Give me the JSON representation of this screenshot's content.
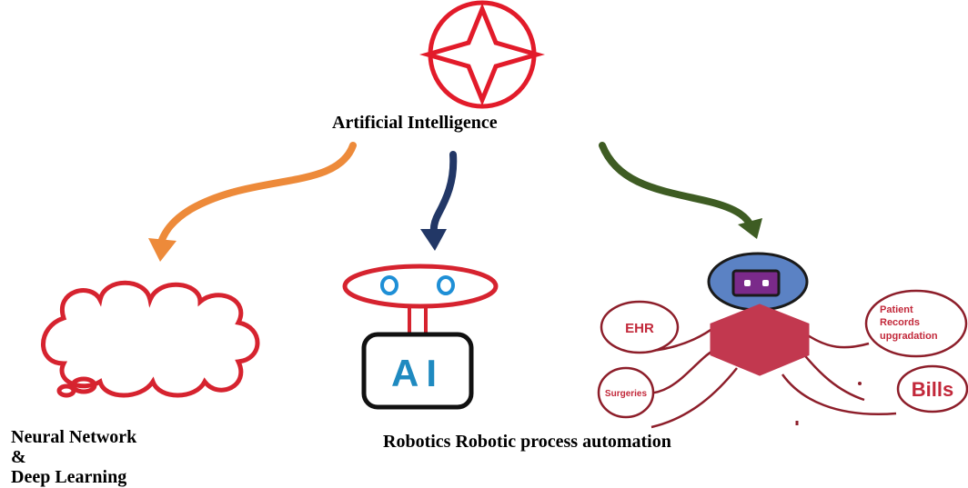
{
  "diagram": {
    "root_label": "Artificial Intelligence",
    "branches": [
      {
        "label_lines": [
          "Neural Network",
          "&",
          "Deep Learning"
        ],
        "arrow_color": "#ed8a3a"
      },
      {
        "label": "Robotics",
        "icon_text": "AI",
        "arrow_color": "#223766"
      },
      {
        "label": "Robotic process automation",
        "arrow_color": "#3e5c23",
        "bubbles": [
          "EHR",
          "Patient",
          "Records",
          "upgradation",
          "Surgeries",
          "Bills"
        ]
      }
    ],
    "colors": {
      "root_circle": "#e21b2a",
      "thought_cloud": "#d6232f",
      "robot_head": "#d6232f",
      "robot_eyes": "#1e8fd6",
      "ai_text": "#1f8ac0",
      "rpa_head": "#5b82c4",
      "rpa_visor": "#7a2a8a",
      "rpa_body": "#c2384f",
      "rpa_lines": "#8d1e2a"
    }
  }
}
